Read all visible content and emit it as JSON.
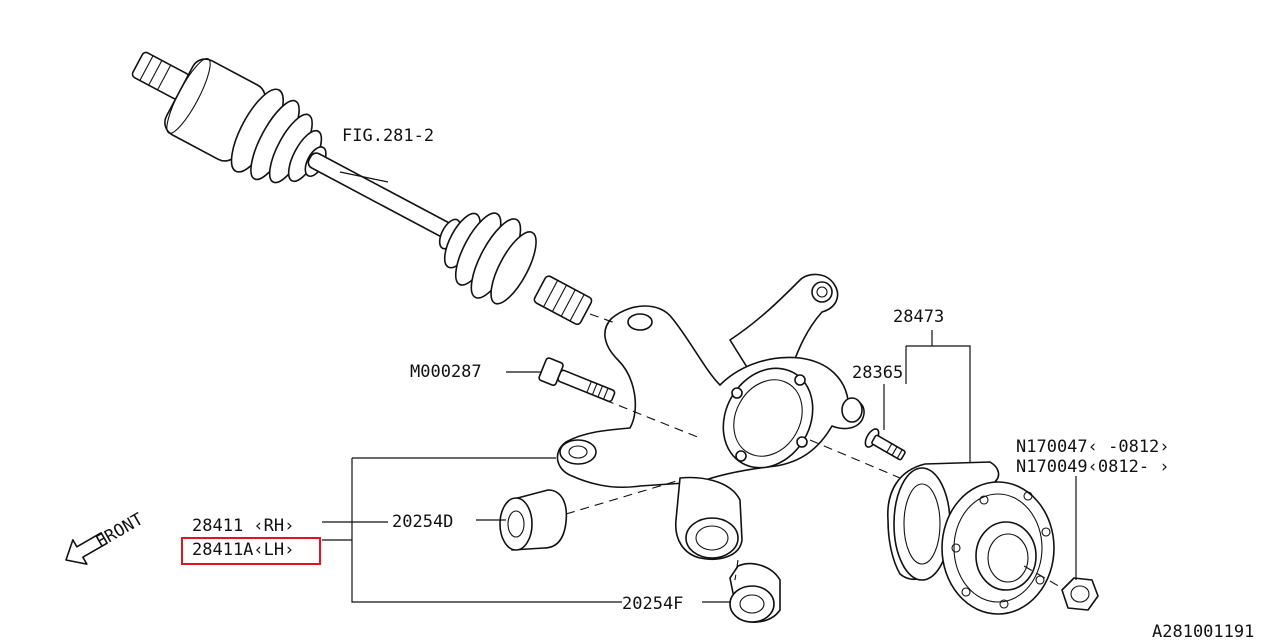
{
  "labels": {
    "fig_ref": "FIG.281-2",
    "hub_assy": "28473",
    "hub_bolt": "28365",
    "bolt": "M000287",
    "nut_a": "N170047‹ -0812›",
    "nut_b": "N170049‹0812- ›",
    "housing_rh": "28411 ‹RH›",
    "housing_lh": "28411A‹LH›",
    "bushing_d": "20254D",
    "bushing_f": "20254F",
    "front": "FRONT",
    "drawing_no": "A281001191"
  },
  "highlight": {
    "target": "housing_lh",
    "color": "#e0141e"
  }
}
